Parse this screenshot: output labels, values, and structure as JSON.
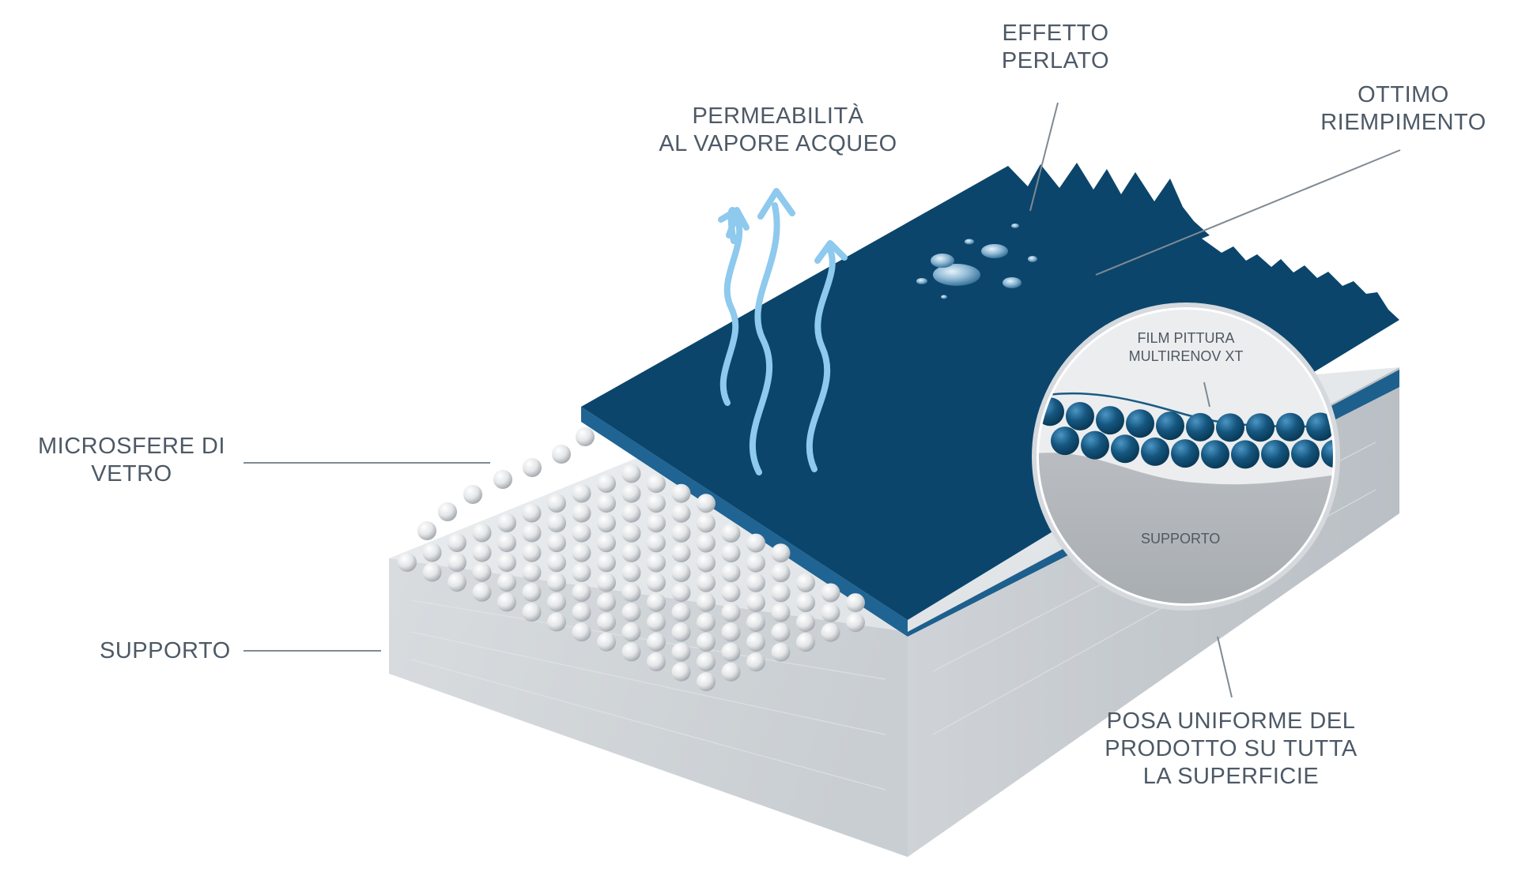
{
  "colors": {
    "paint_top": "#0b456b",
    "paint_side": "#1d5f8d",
    "support_top": "#e2e5e8",
    "support_front": "#d0d5d9",
    "support_side": "#c4c9ce",
    "leader": "#7f8a94",
    "label_text": "#4d5966",
    "vapor_arrow": "#8ec9ee",
    "microsphere": "#e6e7e8",
    "inset_sphere": "#155a82"
  },
  "labels": {
    "microsfere": [
      "MICROSFERE DI",
      "VETRO"
    ],
    "supporto": "SUPPORTO",
    "permeabilita": [
      "PERMEABILITÀ",
      "AL VAPORE ACQUEO"
    ],
    "effetto": [
      "EFFETTO",
      "PERLATO"
    ],
    "ottimo": [
      "OTTIMO",
      "RIEMPIMENTO"
    ],
    "posa": [
      "POSA UNIFORME DEL",
      "PRODOTTO SU TUTTA",
      "LA SUPERFICIE"
    ]
  },
  "inset": {
    "film_label": [
      "FILM PITTURA",
      "MULTIRENOV XT"
    ],
    "supporto_label": "SUPPORTO"
  },
  "icons": {
    "vapor": "vapor-arrow-icon",
    "water_drops": "water-drop-icon",
    "microsphere": "microsphere-icon"
  }
}
